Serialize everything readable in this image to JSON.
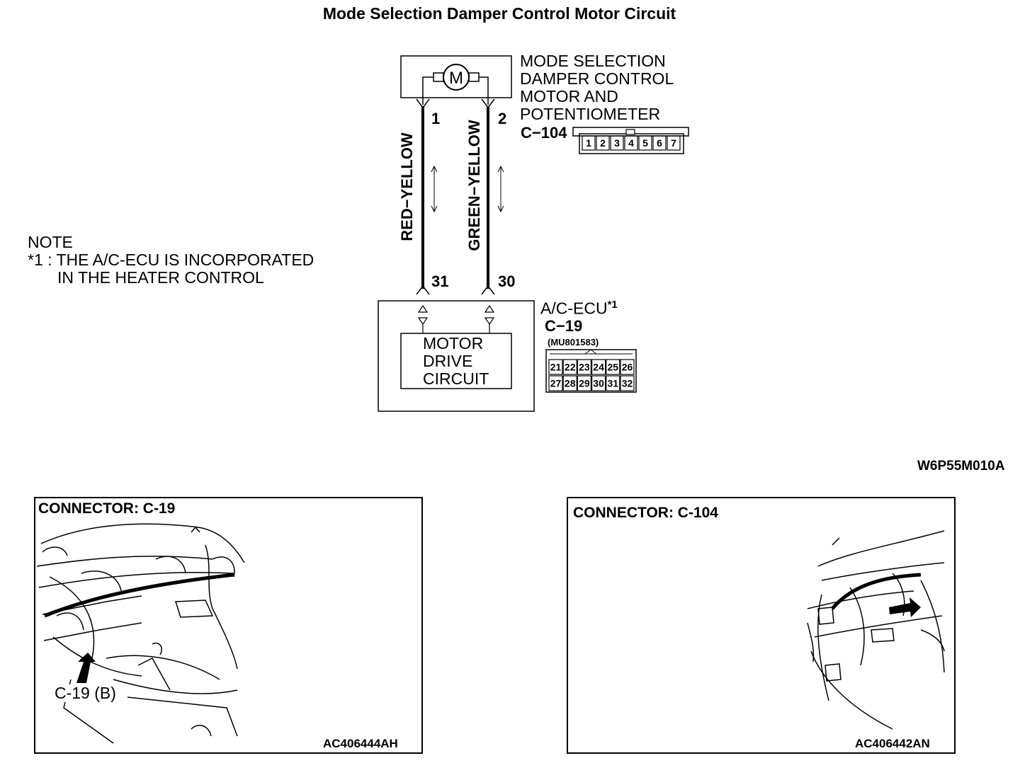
{
  "title": "Mode Selection Damper Control Motor  Circuit",
  "motor": {
    "symbol": "M",
    "label_lines": [
      "MODE SELECTION",
      "DAMPER CONTROL",
      "MOTOR AND",
      "POTENTIOMETER"
    ],
    "connector": "C−104",
    "pins": [
      "1",
      "2",
      "3",
      "4",
      "5",
      "6",
      "7"
    ]
  },
  "wires": [
    {
      "color": "RED−YELLOW",
      "top_pin": "1",
      "bottom_pin": "31"
    },
    {
      "color": "GREEN−YELLOW",
      "top_pin": "2",
      "bottom_pin": "30"
    }
  ],
  "ecu": {
    "label": "A/C-ECU",
    "footnote_mark": "*1",
    "connector": "C−19",
    "part_number": "(MU801583)",
    "circuit_lines": [
      "MOTOR",
      "DRIVE",
      "CIRCUIT"
    ],
    "pins_row1": [
      "21",
      "22",
      "23",
      "24",
      "25",
      "26"
    ],
    "pins_row2": [
      "27",
      "28",
      "29",
      "30",
      "31",
      "32"
    ]
  },
  "note": {
    "heading": "NOTE",
    "line1": "*1 : THE A/C-ECU IS INCORPORATED",
    "line2": "IN THE HEATER CONTROL"
  },
  "diagram_code": "W6P55M010A",
  "panels": [
    {
      "title": "CONNECTOR: C-19",
      "callout": "C-19 (B)",
      "code": "AC406444AH"
    },
    {
      "title": "CONNECTOR: C-104",
      "code": "AC406442AN"
    }
  ]
}
